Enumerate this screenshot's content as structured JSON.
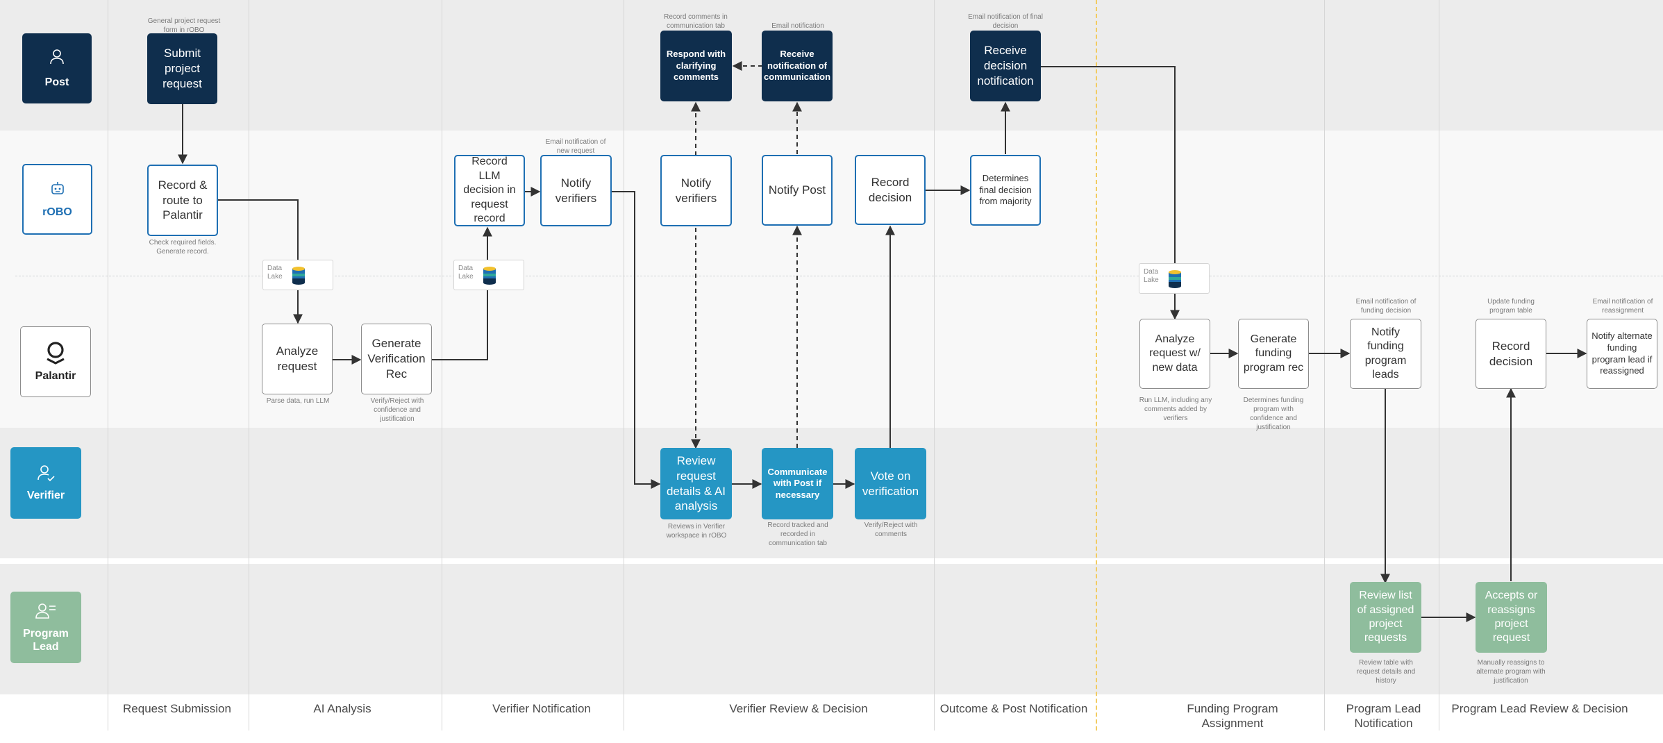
{
  "actors": {
    "post": "Post",
    "robo": "rOBO",
    "palantir": "Palantir",
    "verifier": "Verifier",
    "program_lead": "Program Lead"
  },
  "phases": {
    "request_submission": "Request Submission",
    "ai_analysis": "AI Analysis",
    "verifier_notification": "Verifier Notification",
    "verifier_review": "Verifier Review & Decision",
    "outcome": "Outcome & Post Notification",
    "funding": "Funding Program Assignment",
    "pl_notification": "Program Lead Notification",
    "pl_review": "Program Lead Review & Decision"
  },
  "steps": {
    "submit": "Submit project request",
    "record_route": "Record & route to Palantir",
    "analyze": "Analyze request",
    "gen_rec": "Generate Verification Rec",
    "record_llm": "Record LLM decision in request record",
    "notify_verifiers_1": "Notify verifiers",
    "respond": "Respond with clarifying comments",
    "notify_verifiers_2": "Notify verifiers",
    "review_request": "Review request details & AI analysis",
    "receive_comm": "Receive notification of communication",
    "notify_post": "Notify Post",
    "communicate": "Communicate with Post if necessary",
    "record_decision_1": "Record decision",
    "vote": "Vote on verification",
    "receive_decision": "Receive decision notification",
    "determines": "Determines final decision from majority",
    "analyze_new": "Analyze request w/ new data",
    "gen_funding": "Generate funding program rec",
    "notify_leads": "Notify funding program leads",
    "review_list": "Review list of assigned project requests",
    "record_decision_2": "Record decision",
    "accepts": "Accepts or reassigns project request",
    "notify_alt": "Notify alternate funding program lead if reassigned"
  },
  "notes": {
    "submit": "General project request form in rOBO",
    "record_route": "Check required fields. Generate record.",
    "analyze": "Parse data, run LLM",
    "gen_rec": "Verify/Reject with confidence and justification",
    "notify_verifiers_1": "Email notification of new request",
    "respond": "Record comments in communication tab",
    "receive_comm": "Email notification",
    "review_request": "Reviews in Verifier workspace in rOBO",
    "communicate": "Record tracked and recorded in communication tab",
    "vote": "Verify/Reject with comments",
    "receive_decision": "Email notification of final decision",
    "analyze_new": "Run LLM, including any comments added by verifiers",
    "gen_funding": "Determines funding program with confidence and justification",
    "notify_leads": "Email notification of funding decision",
    "record_decision_2": "Update funding program table",
    "notify_alt": "Email notification of reassignment",
    "review_list": "Review table with request details and history",
    "accepts": "Manually reassigns to alternate program with justification"
  },
  "datalake": {
    "label": "Data Lake",
    "icon": "data-lake-icon"
  },
  "icons": {
    "post": "person-icon",
    "robo": "robot-icon",
    "palantir": "palantir-logo-icon",
    "verifier": "person-check-icon",
    "program_lead": "person-list-icon"
  },
  "colors": {
    "dark": "#0f2e4d",
    "blue_outline": "#1e6fb3",
    "teal": "#2596c4",
    "green": "#8fbd9d",
    "phase_divider": "#f2cc62"
  }
}
